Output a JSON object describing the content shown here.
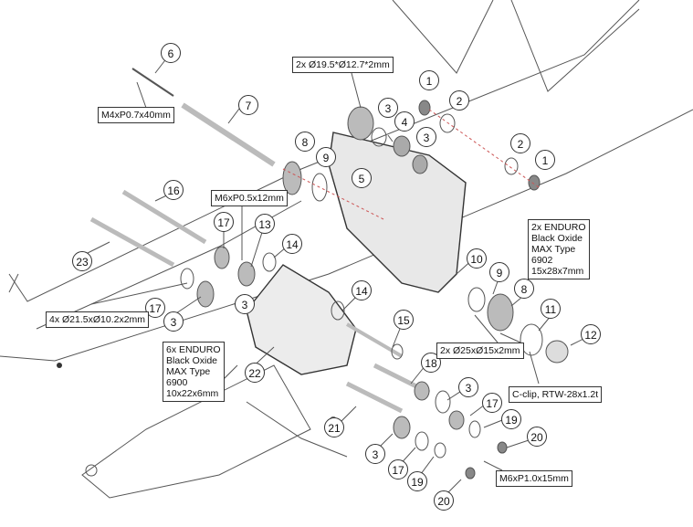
{
  "callouts": [
    "6",
    "7",
    "8",
    "9",
    "16",
    "17",
    "13",
    "14",
    "23",
    "17",
    "3",
    "3",
    "5",
    "3",
    "4",
    "3",
    "1",
    "2",
    "2",
    "1",
    "10",
    "9",
    "8",
    "11",
    "12",
    "14",
    "15",
    "18",
    "22",
    "3",
    "17",
    "19",
    "20",
    "21",
    "3",
    "17",
    "19",
    "20"
  ],
  "labels": {
    "m4": "M4xP0.7x40mm",
    "ring_top": "2x Ø19.5*Ø12.7*2mm",
    "m6a": "M6xP0.5x12mm",
    "washer4": "4x Ø21.5xØ10.2x2mm",
    "ring_mid": "2x Ø25xØ15x2mm",
    "cclip": "C-clip, RTW-28x1.2t",
    "m6b": "M6xP1.0x15mm",
    "bearing6902": [
      "2x ENDURO",
      "Black Oxide",
      "MAX Type",
      "6902",
      "15x28x7mm"
    ],
    "bearing6900": [
      "6x ENDURO",
      "Black Oxide",
      "MAX Type",
      "6900",
      "10x22x6mm"
    ]
  }
}
